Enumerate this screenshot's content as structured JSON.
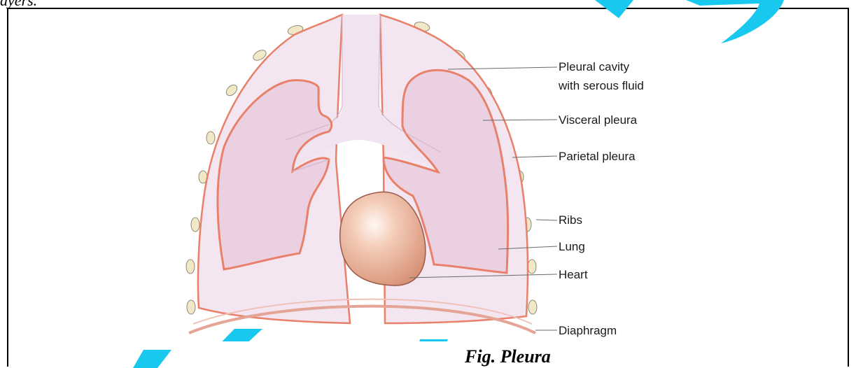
{
  "header": {
    "cut_text": "ayers."
  },
  "diagram": {
    "labels": {
      "pleural_cavity_line1": "Pleural cavity",
      "pleural_cavity_line2": "with serous fluid",
      "visceral_pleura": "Visceral pleura",
      "parietal_pleura": "Parietal pleura",
      "ribs": "Ribs",
      "lung": "Lung",
      "heart": "Heart",
      "diaphragm": "Diaphragm"
    },
    "caption": "Fig. Pleura"
  },
  "colors": {
    "pleura_outline": "#e8806a",
    "cavity_fill": "#f3e6f1",
    "lung_fill": "#ead0e1",
    "heart_fill": "#e2a78f",
    "rib_fill": "#f1e8c8",
    "watermark": "#18c8ee"
  }
}
